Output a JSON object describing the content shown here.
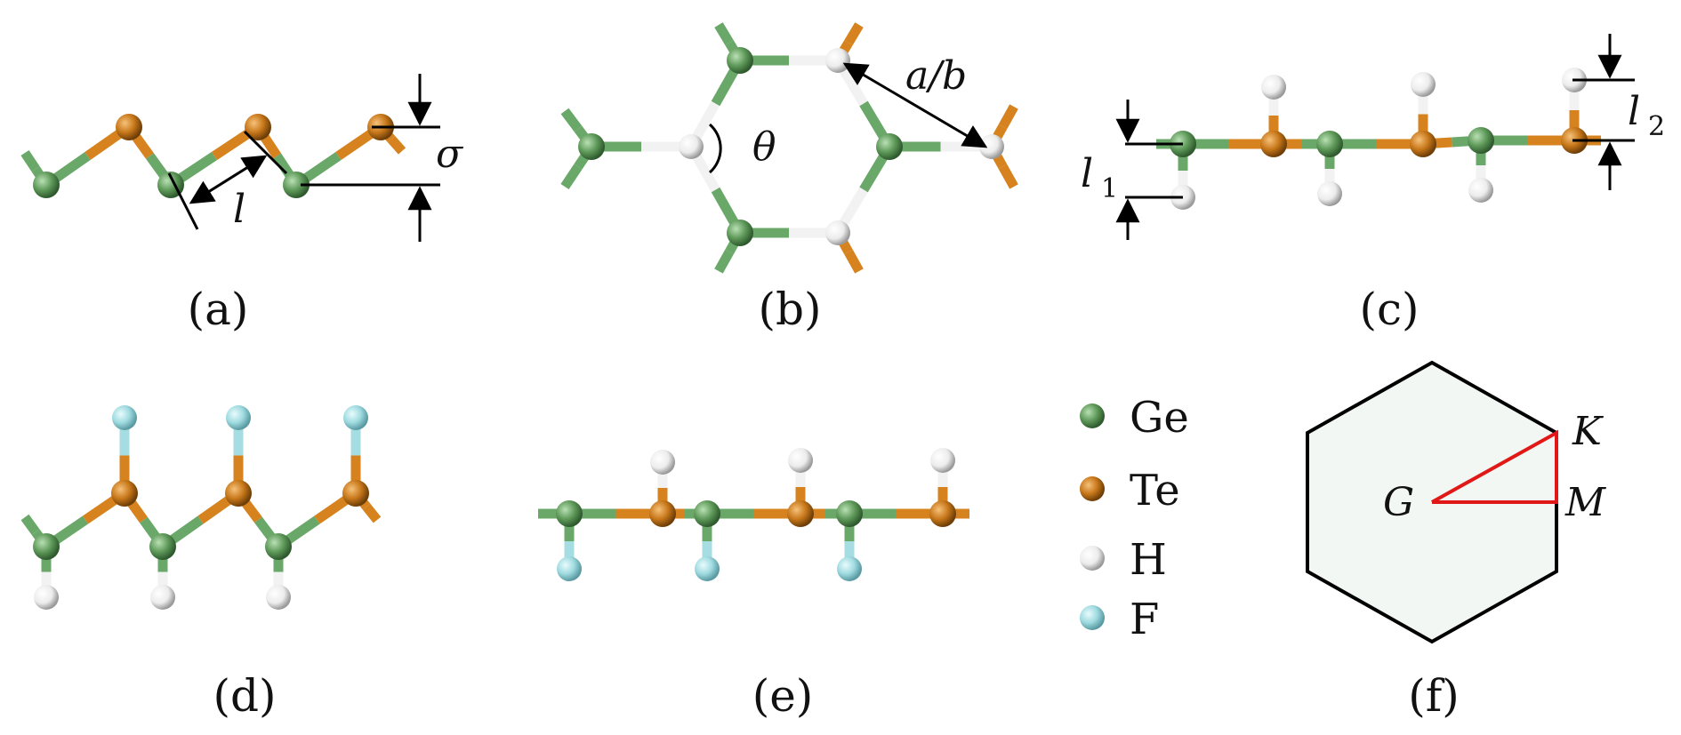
{
  "captions": [
    "(a)",
    "(b)",
    "(c)",
    "(d)",
    "(e)",
    "(f)"
  ],
  "labels": {
    "a": {
      "bond": "l",
      "buckling": "σ"
    },
    "b": {
      "lattice": "a/b",
      "angle": "θ"
    },
    "c": {
      "l1": "l",
      "l1_sub": "1",
      "l2": "l",
      "l2_sub": "2"
    },
    "f": {
      "G": "G",
      "K": "K",
      "M": "M"
    }
  },
  "legend": [
    {
      "symbol": "Ge",
      "color": "#5f9a5a"
    },
    {
      "symbol": "Te",
      "color": "#c8781a"
    },
    {
      "symbol": "H",
      "color": "#f4f4f4"
    },
    {
      "symbol": "F",
      "color": "#9fdbe0"
    }
  ],
  "colors": {
    "Ge": "#6aa86a",
    "Te": "#d6831f",
    "H": "#f2f2f2",
    "F": "#a6dde3",
    "path": "#e01818",
    "bz_fill": "#f2f7f3"
  }
}
